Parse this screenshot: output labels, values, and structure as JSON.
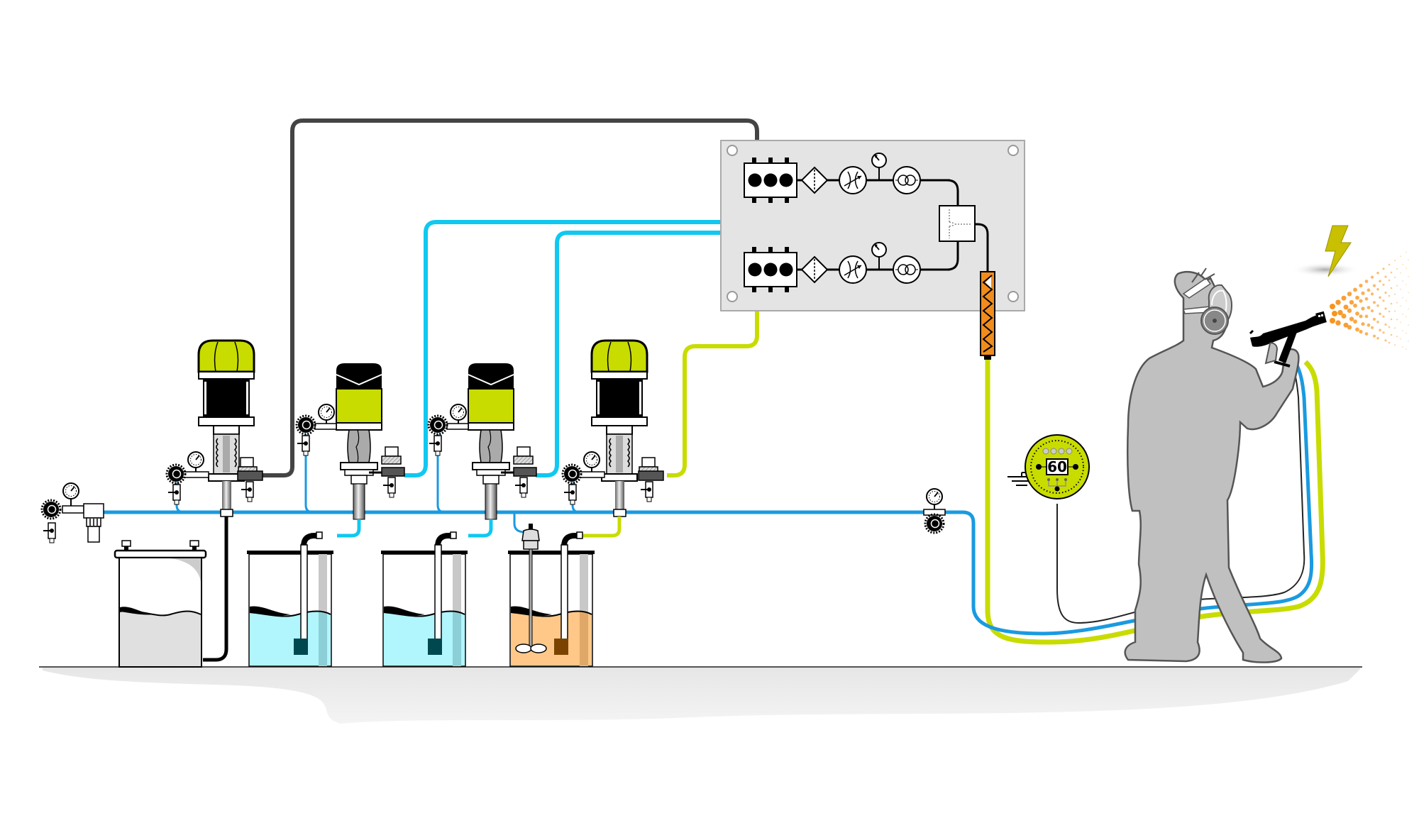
{
  "diagram": {
    "title": "",
    "type": "plural-component spray system schematic",
    "colors": {
      "air_line": "#1a9ae0",
      "component_b_line": "#10c8f0",
      "component_a_line": "#c8dc00",
      "return_line": "#444444",
      "pump_cap_yellow": "#c8dc00",
      "tank_fluid_blue": "#b0f6fc",
      "tank_fluid_orange": "#ffc888",
      "tank_fluid_grey": "#e0e0e0",
      "panel_bg": "#e4e4e4",
      "mixer_orange": "#f08c1c",
      "spray_orange": "#f7941d",
      "lightning_yellow": "#c8c000",
      "person_grey": "#c0c0c0",
      "controller_yellow": "#c8dc00"
    },
    "components": {
      "air_supply": {
        "label": "air-filter-regulator"
      },
      "pumps": [
        {
          "id": "pump-1",
          "style": "piston",
          "cap": "yellow-dome"
        },
        {
          "id": "pump-2",
          "style": "diaphragm",
          "cap": "black-yellow"
        },
        {
          "id": "pump-3",
          "style": "diaphragm",
          "cap": "black-yellow"
        },
        {
          "id": "pump-4",
          "style": "piston",
          "cap": "yellow-dome"
        }
      ],
      "tanks": [
        {
          "id": "tank-1",
          "fluid": "grey",
          "type": "pressure-pot"
        },
        {
          "id": "tank-2",
          "fluid": "blue",
          "type": "open-drum"
        },
        {
          "id": "tank-3",
          "fluid": "blue",
          "type": "open-drum"
        },
        {
          "id": "tank-4",
          "fluid": "orange",
          "type": "open-drum-with-agitator"
        }
      ],
      "mixing_panel": {
        "manifolds": 2,
        "elements": [
          "manifold",
          "filter",
          "flow-regulator",
          "pressure-gauge",
          "flow-meter",
          "mixing-block",
          "static-mixer"
        ]
      },
      "controller": {
        "readout": "60"
      },
      "spray_operator": {
        "equipment": [
          "respirator",
          "spray-gun"
        ]
      },
      "hazard": {
        "symbol": "lightning-bolt"
      }
    }
  }
}
